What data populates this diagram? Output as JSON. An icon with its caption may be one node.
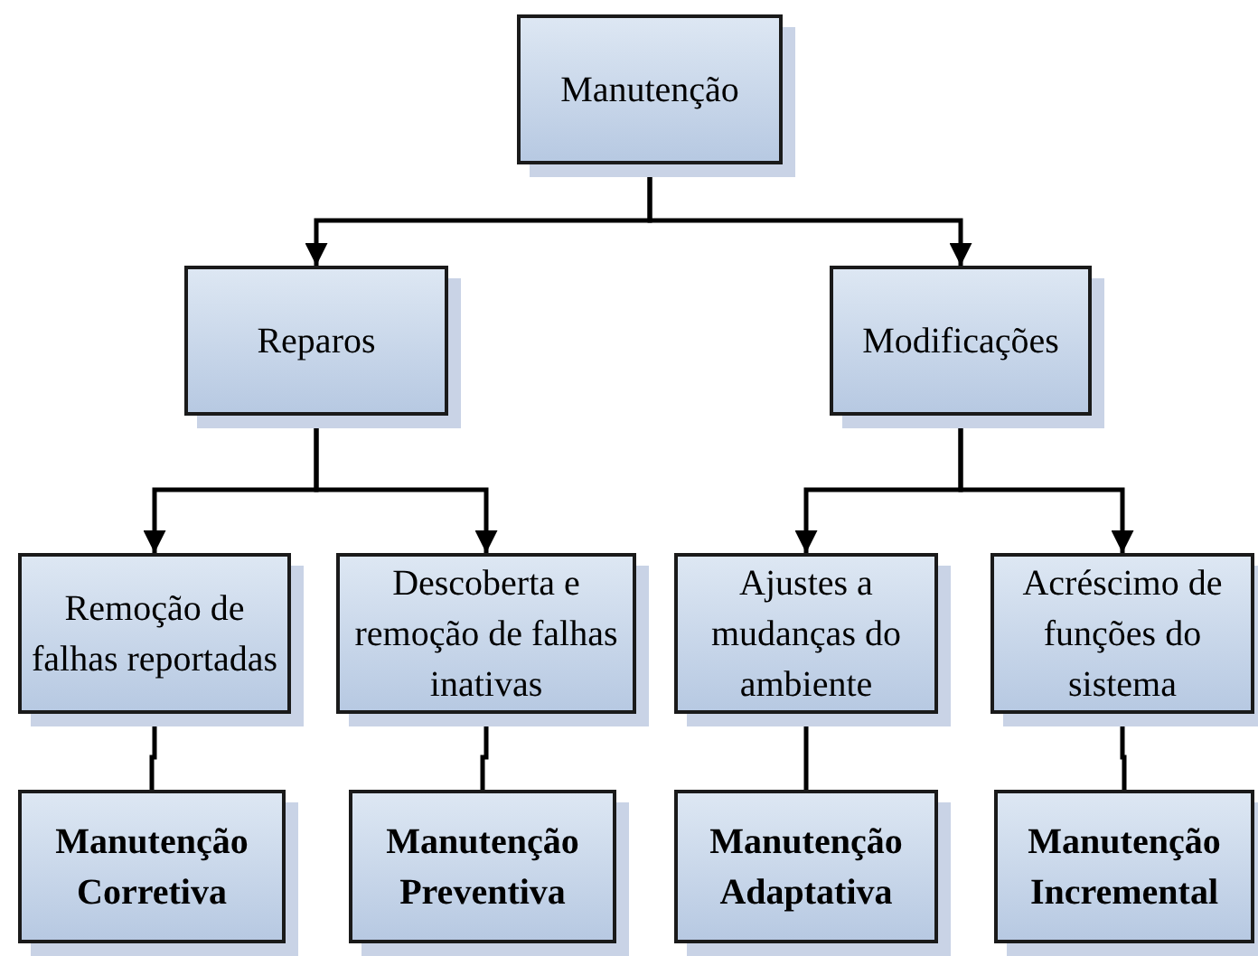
{
  "diagram": {
    "nodes": [
      {
        "text": [
          "Manutenção"
        ]
      },
      {
        "text": [
          "Reparos"
        ]
      },
      {
        "text": [
          "Modificações"
        ]
      },
      {
        "text": [
          "Remoção de falhas reportadas"
        ]
      },
      {
        "text": [
          "Descoberta e remoção de falhas inativas"
        ]
      },
      {
        "text": [
          "Ajustes a mudanças do ambiente"
        ]
      },
      {
        "text": [
          "Acréscimo de funções do sistema"
        ]
      },
      {
        "text": [
          "Manutenção Corretiva"
        ]
      },
      {
        "text": [
          "Manutenção Preventiva"
        ]
      },
      {
        "text": [
          "Manutenção Adaptativa"
        ]
      },
      {
        "text": [
          "Manutenção Incremental"
        ]
      }
    ],
    "edges": [
      {
        "from": 0,
        "to": 1,
        "arrow": "to"
      },
      {
        "from": 0,
        "to": 2,
        "arrow": "to"
      },
      {
        "from": 1,
        "to": 3,
        "arrow": "to"
      },
      {
        "from": 1,
        "to": 4,
        "arrow": "to"
      },
      {
        "from": 2,
        "to": 5,
        "arrow": "to"
      },
      {
        "from": 2,
        "to": 6,
        "arrow": "to"
      },
      {
        "from": 3,
        "to": 7,
        "arrow": "none"
      },
      {
        "from": 4,
        "to": 8,
        "arrow": "none"
      },
      {
        "from": 5,
        "to": 9,
        "arrow": "none"
      },
      {
        "from": 6,
        "to": 10,
        "arrow": "none"
      }
    ]
  }
}
